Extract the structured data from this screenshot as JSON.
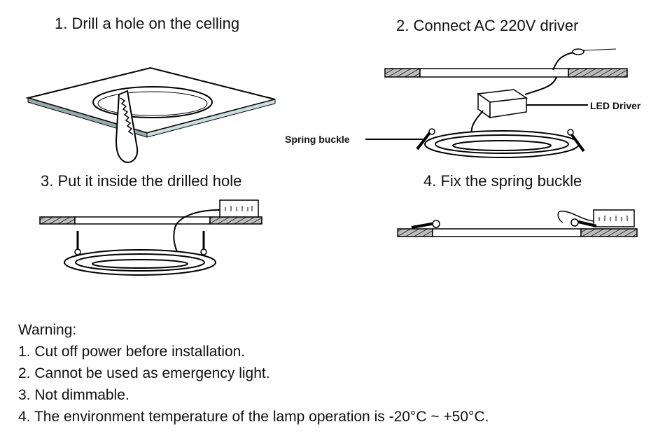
{
  "steps": [
    {
      "title": "1. Drill a hole on the celling"
    },
    {
      "title": "2. Connect AC 220V driver"
    },
    {
      "title": "3. Put it inside the drilled hole"
    },
    {
      "title": "4. Fix the spring buckle"
    }
  ],
  "callouts": {
    "led_driver": "LED Driver",
    "spring_buckle": "Spring buckle"
  },
  "warning": {
    "heading": "Warning:",
    "items": [
      "1. Cut off power before installation.",
      "2. Cannot be used as emergency light.",
      "3. Not dimmable.",
      "4. The environment temperature of the lamp operation is -20°C ~ +50°C."
    ]
  }
}
